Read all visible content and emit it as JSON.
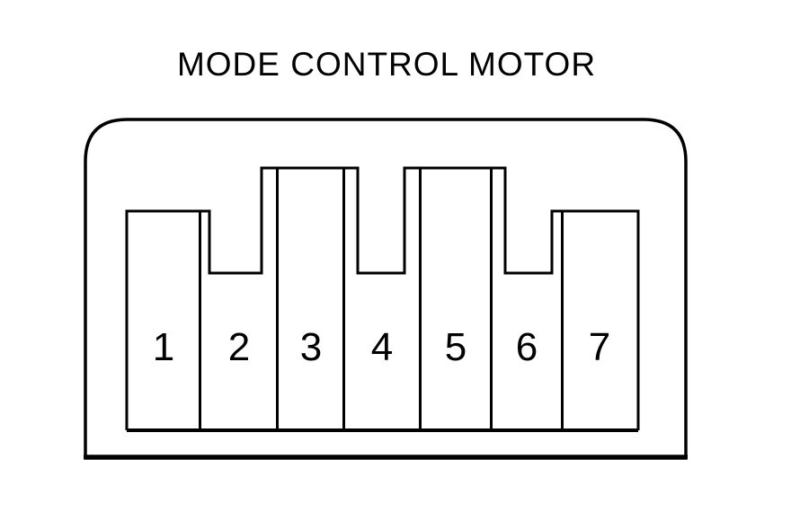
{
  "title": "MODE CONTROL MOTOR",
  "connector": {
    "pin_count": 7,
    "pins": [
      "1",
      "2",
      "3",
      "4",
      "5",
      "6",
      "7"
    ]
  },
  "colors": {
    "line": "#000000",
    "background": "#ffffff"
  }
}
